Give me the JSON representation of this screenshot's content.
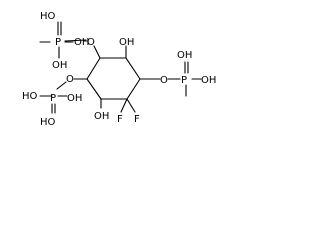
{
  "molecule": {
    "labels": {
      "ho_p1_top": "HO",
      "p1": "P",
      "oh_p1_right": "OH",
      "o_p1_ester": "O",
      "oh_p1_bottom": "OH",
      "oh_ring_top": "OH",
      "o_p2_ester": "O",
      "p2": "P",
      "oh_p2_top": "OH",
      "oh_p2_right": "OH",
      "o_p3_ester": "O",
      "ho_p3_left": "HO",
      "p3": "P",
      "oh_p3_right": "OH",
      "ho_p3_bottom": "HO",
      "oh_ring_bottom": "OH",
      "f_1": "F",
      "f_2": "F"
    },
    "colors": {
      "bond": "#000000",
      "text": "#000000",
      "background": "#ffffff"
    }
  }
}
